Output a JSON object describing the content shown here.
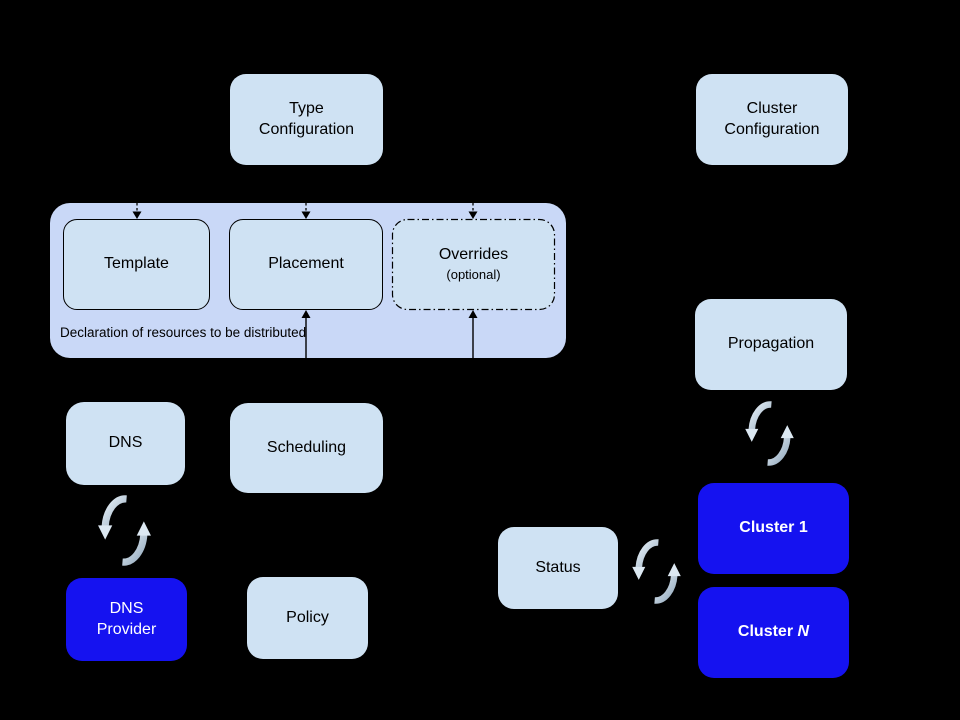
{
  "colors": {
    "background": "#000000",
    "container_fill": "#c9d8f7",
    "light_box_fill": "#cfe2f3",
    "blue_box_fill": "#1512f0",
    "light_box_text": "#000000",
    "blue_box_text": "#ffffff",
    "sync_arrow_light": "#e2ecf5",
    "sync_arrow_dark": "#93a9bd",
    "connector": "#000000"
  },
  "nodes": {
    "type_configuration": "Type\nConfiguration",
    "cluster_configuration": "Cluster\nConfiguration",
    "template": "Template",
    "placement": "Placement",
    "overrides": "Overrides",
    "overrides_note": "(optional)",
    "container_caption": "Declaration of resources to be distributed",
    "dns": "DNS",
    "scheduling": "Scheduling",
    "dns_provider": "DNS\nProvider",
    "policy": "Policy",
    "propagation": "Propagation",
    "status": "Status",
    "cluster_1": "Cluster 1",
    "cluster_n_prefix": "Cluster ",
    "cluster_n_suffix": "N"
  },
  "icons": {
    "sync": "sync-icon"
  }
}
